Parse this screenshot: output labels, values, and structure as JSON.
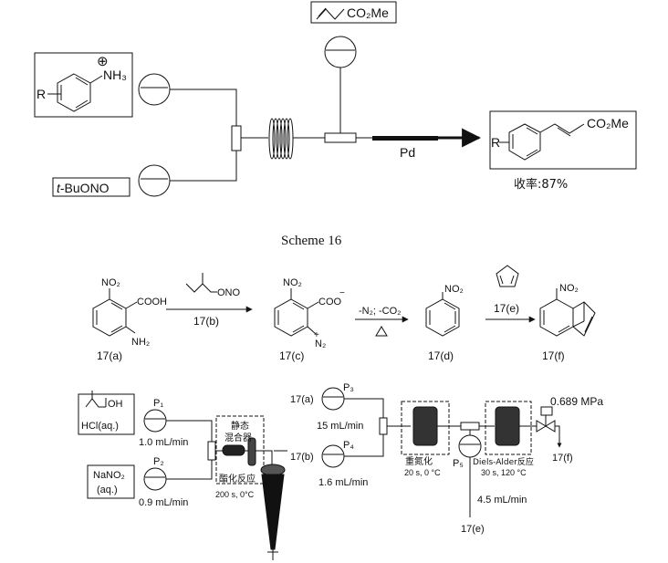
{
  "scheme16": {
    "acrylate": {
      "label": "CO₂Me"
    },
    "anilinium": {
      "r": "R",
      "charge": "⊕",
      "group": "NH₃"
    },
    "nitrite": {
      "prefix": "t",
      "rest": "-BuONO"
    },
    "catalyst": "Pd",
    "product": {
      "r": "R",
      "group": "CO₂Me"
    },
    "yield": "收率:87%",
    "caption": "Scheme 16"
  },
  "scheme17_reaction": {
    "a": {
      "no2": "NO₂",
      "acid": "COOH",
      "nh2": "NH₂",
      "id": "17(a)"
    },
    "reagent_b": {
      "ono": "ONO",
      "id": "17(b)"
    },
    "c": {
      "no2": "NO₂",
      "coo": "COO",
      "neg": "−",
      "n2": "N₂",
      "plus": "+",
      "id": "17(c)"
    },
    "step_conditions": "-N₂; -CO₂",
    "heat": "Δ",
    "d": {
      "no2": "NO₂",
      "id": "17(d)"
    },
    "e": {
      "id": "17(e)"
    },
    "f": {
      "no2": "NO₂",
      "id": "17(f)"
    }
  },
  "scheme17_flow": {
    "oh": "OH",
    "hcl": "HCl(aq.)",
    "nano2_line1": "NaNO₂",
    "nano2_line2": "(aq.)",
    "p1": "P₁",
    "p2": "P₂",
    "p3": "P₃",
    "p4": "P₄",
    "p5": "P₅",
    "flow1": "1.0 mL/min",
    "flow2": "0.9 mL/min",
    "feed_a": "17(a)",
    "feed_b": "17(b)",
    "flow3": "15 mL/min",
    "flow4": "1.6 mL/min",
    "flow5": "4.5 mL/min",
    "feed_e": "17(e)",
    "mixer_line1": "静态",
    "mixer_line2": "混合器",
    "esterification": "酯化反应",
    "esterification_cond": "200 s, 0°C",
    "diazotization": "重氮化",
    "diazotization_cond": "20 s, 0 °C",
    "diels_alder": "Diels-Alder反应",
    "diels_alder_cond": "30 s, 120 °C",
    "pressure": "0.689 MPa",
    "output": "17(f)"
  }
}
